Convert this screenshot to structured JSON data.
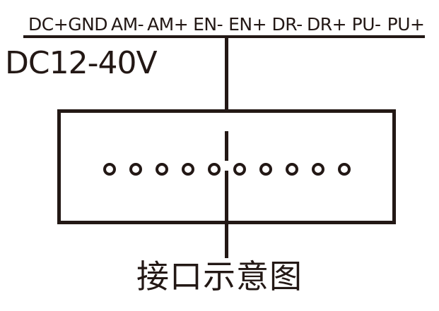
{
  "diagram": {
    "caption": "接口示意图",
    "voltage_label": "DC12-40V",
    "stroke_color": "#231815",
    "background_color": "#ffffff",
    "pin_labels": [
      "DC+",
      "GND",
      "AM-",
      "AM+",
      "EN-",
      "EN+",
      "DR-",
      "DR+",
      "PU-",
      "PU+"
    ],
    "pin_holes": [
      "pin-hole-1",
      "pin-hole-2",
      "pin-hole-3",
      "pin-hole-4",
      "pin-hole-5",
      "pin-hole-6",
      "pin-hole-7",
      "pin-hole-8",
      "pin-hole-9",
      "pin-hole-10"
    ]
  }
}
